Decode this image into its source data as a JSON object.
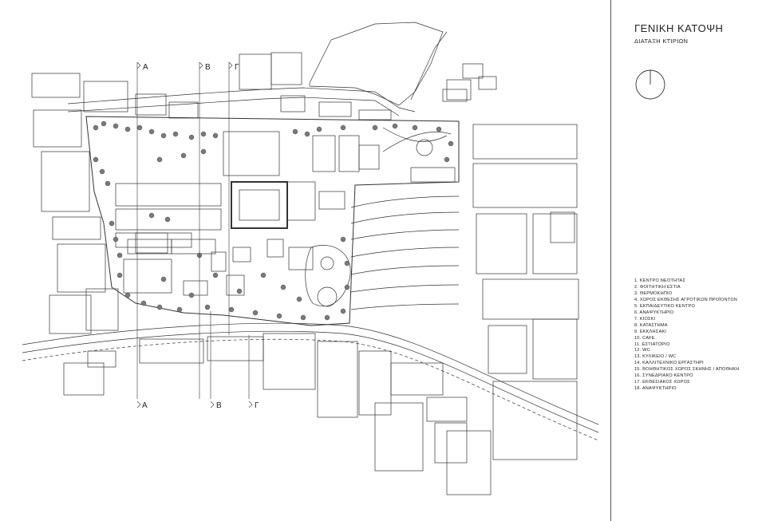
{
  "title": "ΓΕΝΙΚΗ ΚΑΤΟΨΗ",
  "subtitle": "ΔΙΑΤΑΞΗ ΚΤΙΡΙΩΝ",
  "legend": [
    "1. ΚΕΝΤΡΟ ΝΕΟΤΗΤΑΣ",
    "2. ΦΟΙΤΗΤΙΚΗ ΕΣΤΙΑ",
    "3. ΘΕΡΜΟΚΗΠΙΟ",
    "4. ΧΩΡΟΣ ΕΚΘΕΣΗΣ ΑΓΡΟΤΙΚΩΝ ΠΡΟΪΟΝΤΩΝ",
    "5. ΕΚΠΑΙΔΕΥΤΙΚΟ ΚΕΝΤΡΟ",
    "6. ΑΝΑΨΥΚΤΗΡΙΟ",
    "7. ΚΙΟΣΚΙ",
    "8. ΚΑΤΑΣΤΗΜΑ",
    "9. ΕΚΚΛΗΣΑΚΙ",
    "10. CAFE",
    "11. ΕΣΤΙΑΤΟΡΙΟ",
    "12. WC",
    "13. ΚΥΛΙΚΕΙΟ / WC",
    "14. ΚΑΛΛΙΤΕΧΝΙΚΟ ΕΡΓΑΣΤΗΡΙ",
    "15. ΒΟΗΘΗΤΙΚΟΣ ΧΩΡΟΣ ΣΚΗΝΗΣ / ΑΠΟΘΗΚΗ",
    "16. ΣΥΝΕΔΡΙΑΚΟ ΚΕΝΤΡΟ",
    "17. ΕΚΘΕΣΙΑΚΟΣ ΧΩΡΟΣ",
    "18. ΑΝΑΨΥΚΤΗΡΙΟ"
  ],
  "section_markers": {
    "top": [
      "Α",
      "Β",
      "Γ"
    ],
    "bottom": [
      "Α",
      "Β",
      "Γ"
    ]
  },
  "colors": {
    "line": "#333333",
    "tree": "#555555",
    "divider": "#555555"
  }
}
